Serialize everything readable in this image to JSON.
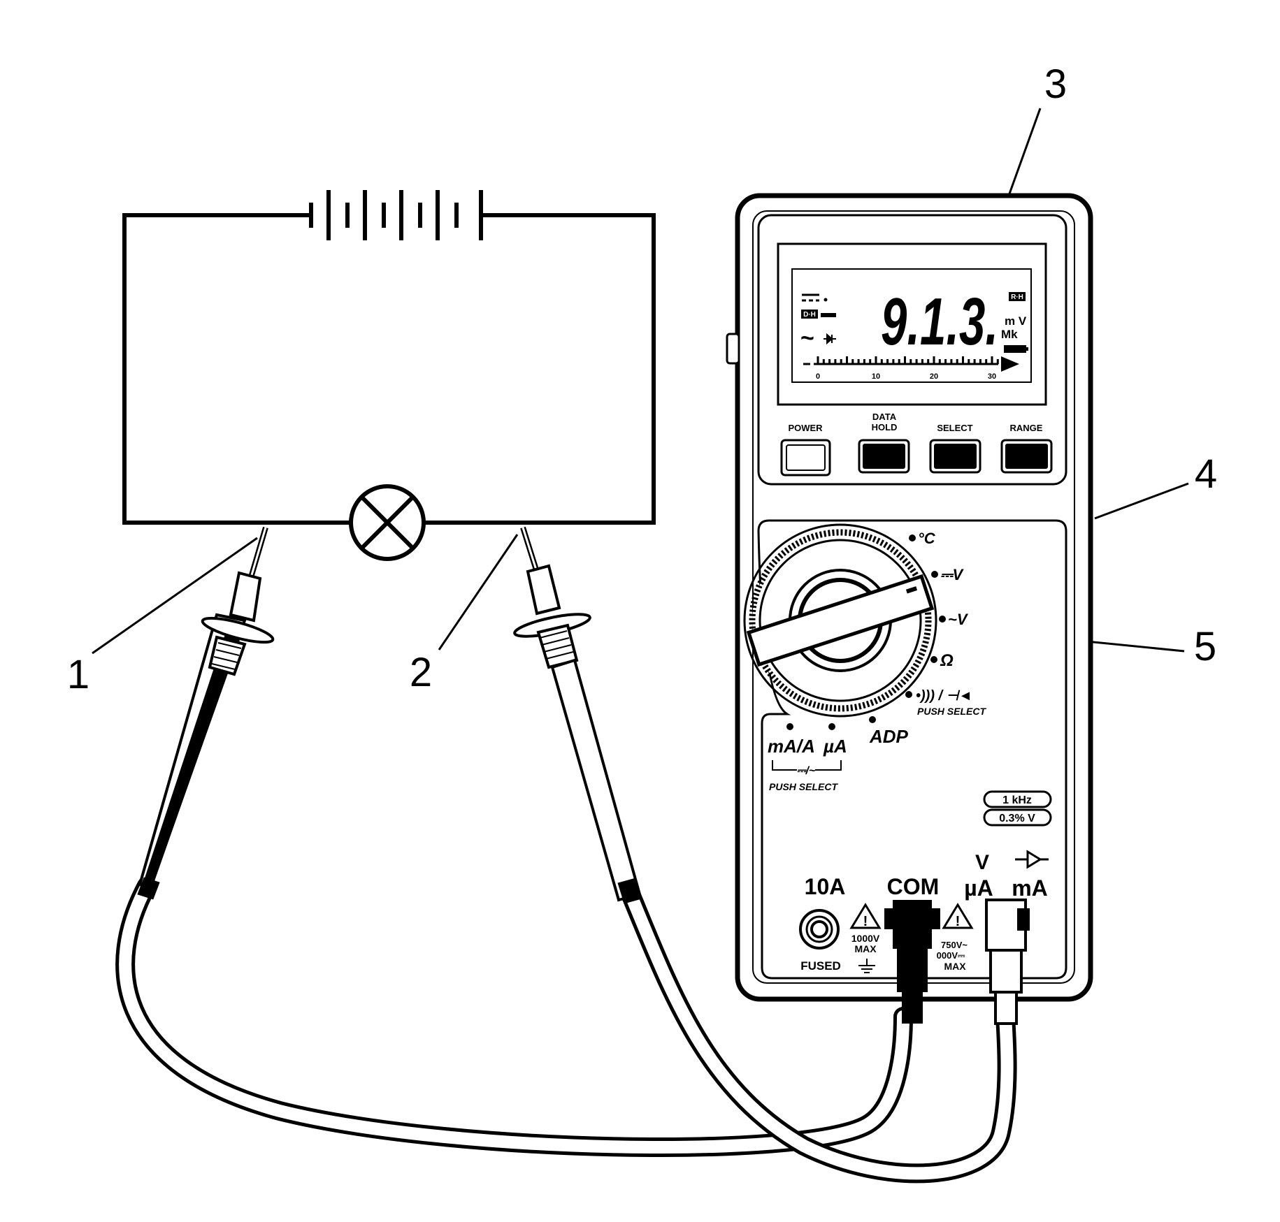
{
  "callouts": {
    "c1": "1",
    "c2": "2",
    "c3": "3",
    "c4": "4",
    "c5": "5"
  },
  "lcd": {
    "reading": "9.1.3.",
    "units_top": "m V",
    "units_bottom": "Mk",
    "flag_rh": "R·H",
    "flag_dh": "D·H",
    "scale_ticks": [
      "0",
      "10",
      "20",
      "30"
    ]
  },
  "buttons": {
    "power": "POWER",
    "data": "DATA",
    "hold": "HOLD",
    "select": "SELECT",
    "range": "RANGE"
  },
  "dial": {
    "celsius": "°C",
    "dcv": "⎓V",
    "acv": "~V",
    "ohm": "Ω",
    "cont_diode": "•))) / ⊣◄",
    "push_select_right": "PUSH SELECT",
    "adp": "ADP",
    "ma_a": "mA/A",
    "ua": "µA",
    "acdc": "⎓/~",
    "push_select_left": "PUSH SELECT"
  },
  "spec": {
    "freq": "1 kHz",
    "accuracy": "0.3% V"
  },
  "jacks": {
    "ten_a": "10A",
    "com": "COM",
    "v": "V",
    "ua": "µA",
    "ma": "mA",
    "max_1000": "1000V",
    "max_word_1": "MAX",
    "max_750": "750V~",
    "max_000": "000V⎓",
    "max_word_2": "MAX",
    "fused": "FUSED"
  },
  "icons": [
    "battery-symbol-icon",
    "lamp-symbol-icon",
    "warning-triangle-icon",
    "ground-symbol-icon",
    "diode-icon"
  ]
}
